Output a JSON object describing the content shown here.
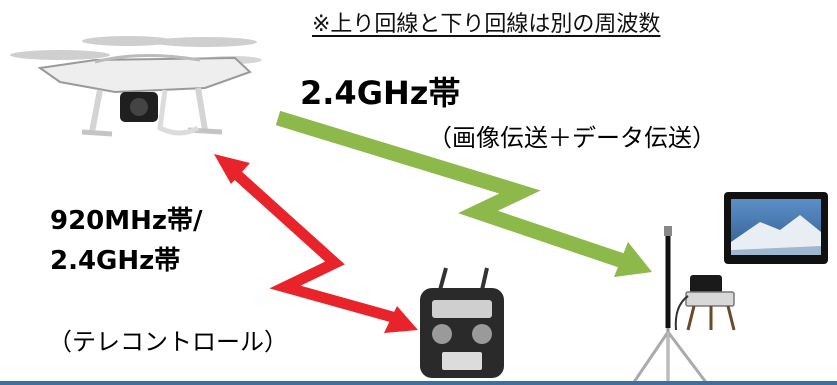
{
  "note": "※上り回線と下り回線は別の周波数",
  "uplink": {
    "band": "2.4GHz帯",
    "description": "（画像伝送＋データ伝送）"
  },
  "downlink": {
    "band_line1": "920MHz帯/",
    "band_line2": "2.4GHz帯",
    "description": "（テレコントロール）"
  },
  "icons": [
    "drone-icon",
    "remote-controller-icon",
    "antenna-mast-icon",
    "receiver-unit-icon",
    "monitor-icon"
  ],
  "colors": {
    "uplink_arrow": "#8db84a",
    "downlink_arrow": "#e8232a",
    "bottom_rule": "#3f6f9f"
  }
}
